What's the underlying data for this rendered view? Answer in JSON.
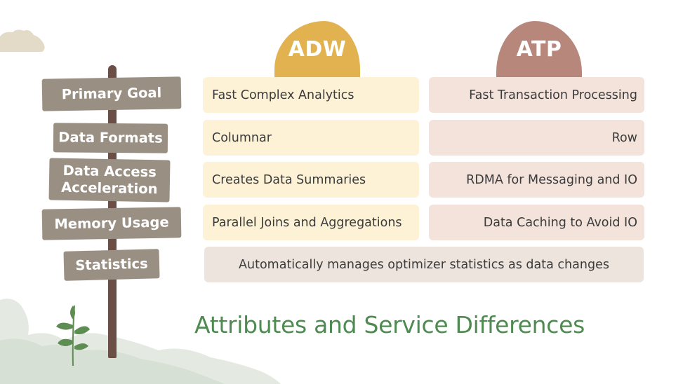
{
  "columns": {
    "adw": {
      "label": "ADW",
      "color": "#e1b24f"
    },
    "atp": {
      "label": "ATP",
      "color": "#b8877c"
    }
  },
  "rows": [
    {
      "label": "Primary Goal",
      "adw": "Fast Complex Analytics",
      "atp": "Fast Transaction Processing"
    },
    {
      "label": "Data Formats",
      "adw": "Columnar",
      "atp": "Row"
    },
    {
      "label_line1": "Data Access",
      "label_line2": "Acceleration",
      "adw": "Creates Data Summaries",
      "atp": "RDMA for Messaging and IO"
    },
    {
      "label": "Memory Usage",
      "adw": "Parallel Joins and Aggregations",
      "atp": "Data Caching to Avoid IO"
    },
    {
      "label": "Statistics",
      "both": "Automatically manages optimizer statistics as data changes"
    }
  ],
  "title": "Attributes and Service Differences",
  "colors": {
    "sign": "#9a8f83",
    "pole": "#6b4f47",
    "title": "#4f8a52",
    "adw_cell": "#fdf2d6",
    "atp_cell": "#f3e3db",
    "shared_cell": "#ede5dd"
  }
}
